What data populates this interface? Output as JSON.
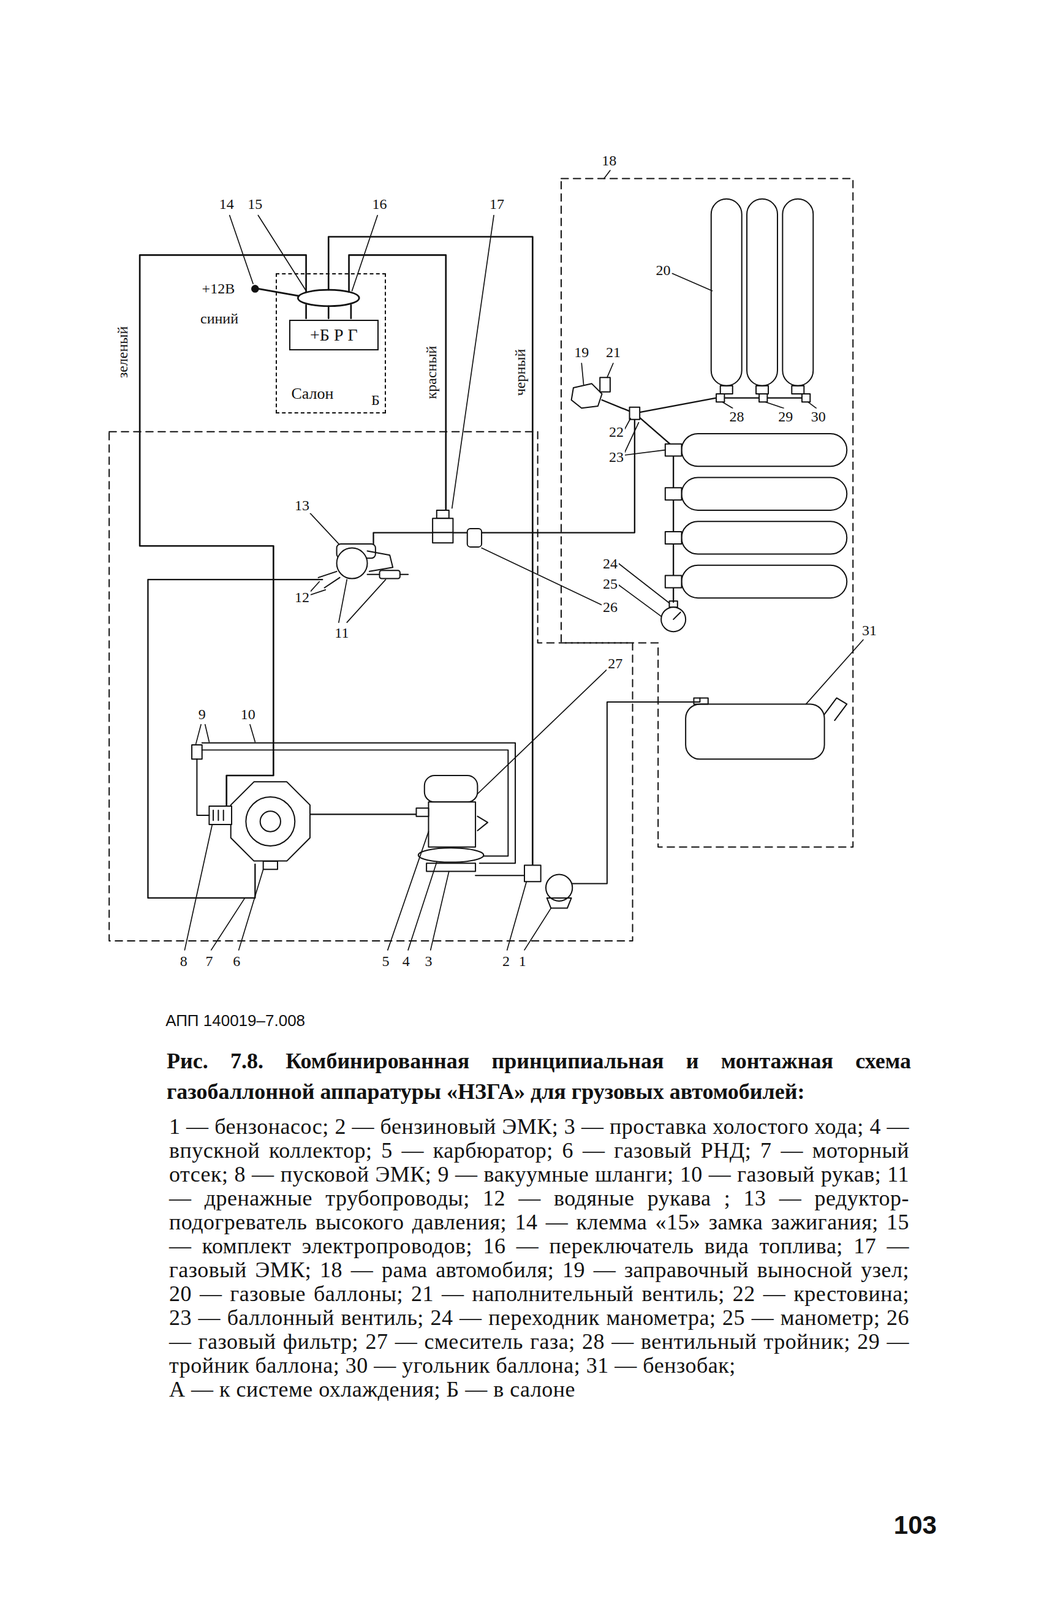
{
  "diagram": {
    "caption": "Рис. 7.8. Комбинированная принципиальная и монтажная схема газобаллонной аппаратуры «НЗГА» для грузовых автомобилей:",
    "nodes": [
      {
        "text": [
          "Салон"
        ]
      },
      {
        "text": [
          "+Б Р Г"
        ],
        "in": 0
      }
    ],
    "labels": [
      "14",
      "15",
      "16",
      "17",
      "18",
      "+12В",
      "синий",
      "20",
      "зеленый",
      "красный",
      "черный",
      "Б",
      "19",
      "21",
      "28",
      "29",
      "30",
      "22",
      "23",
      "13",
      "12",
      "11",
      "24",
      "25",
      "26",
      "31",
      "27",
      "9",
      "10",
      "8",
      "7",
      "6",
      "5",
      "4",
      "3",
      "2",
      "1",
      "АПП 140019–7.008",
      "1 — бензонасос;",
      "2 — бензиновый ЭМК;",
      "3 — проставка холостого хода;",
      "4 — впускной коллектор;",
      "5 — карбюратор;",
      "6 — газовый РНД;",
      "7 — моторный отсек;",
      "8 — пусковой ЭМК;",
      "9 — вакуумные шланги;",
      "10 — газовый рукав;",
      "11 — дренажные трубопроводы;",
      "12 — водяные рукава ;",
      "13 — редуктор-подогреватель высокого давления;",
      "14 — клемма «15» замка зажигания;",
      "15 — комплект электропроводов;",
      "16 — переключатель вида топлива;",
      "17 — газовый ЭМК;",
      "18 — рама автомобиля;",
      "19 — заправочный выносной узел;",
      "20 — газовые баллоны;",
      "21 — наполнительный вентиль;",
      "22 — крестовина;",
      "23 — баллонный вентиль;",
      "24 — переходник манометра;",
      "25 — манометр;",
      "26 — газовый фильтр;",
      "27 — смеситель газа;",
      "28 — вентильный тройник;",
      "29 — тройник баллона;",
      "30 — угольник баллона;",
      "31 — бензобак;",
      "А — к системе охлаждения;",
      "Б — в салоне",
      "103"
    ]
  }
}
